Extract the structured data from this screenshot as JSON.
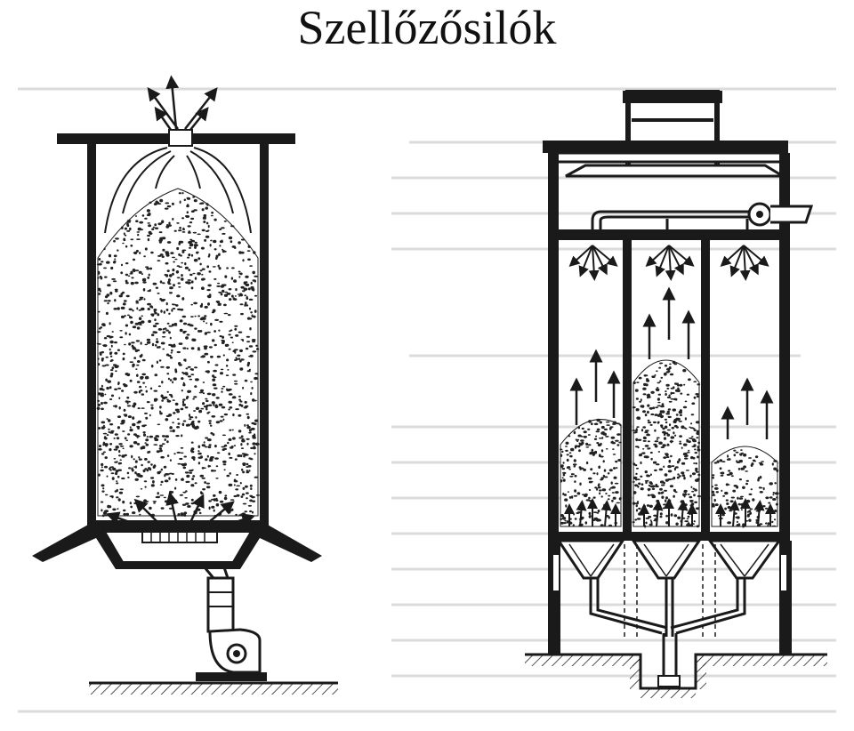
{
  "title": "Szellőzősilók",
  "icons": {
    "left_silo": "single-ventilated-silo",
    "right_silo": "multi-chamber-ventilated-silo",
    "fan": "fan-icon",
    "arrows": "airflow-arrow-icon"
  },
  "colors": {
    "ink": "#1a1a1a",
    "grain": "#222222",
    "background": "#ffffff",
    "ghost_text": "#c8c8c8"
  }
}
